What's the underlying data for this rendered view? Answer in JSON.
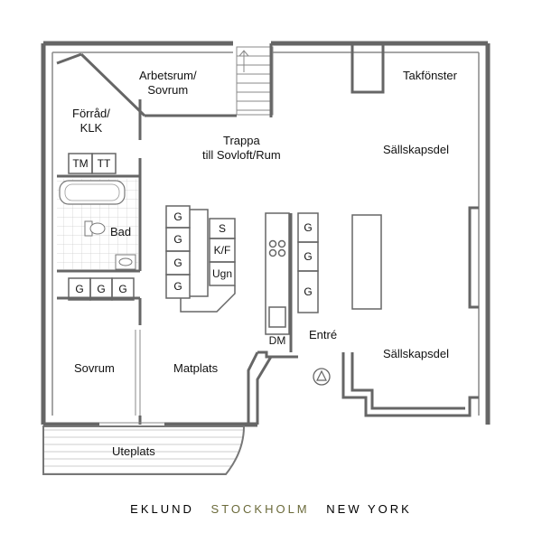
{
  "plan": {
    "rooms": {
      "arbetsrum_line1": "Arbetsrum/",
      "arbetsrum_line2": "Sovrum",
      "forrad_line1": "Förråd/",
      "forrad_line2": "KLK",
      "takfonster": "Takfönster",
      "trappa_line1": "Trappa",
      "trappa_line2": "till Sovloft/Rum",
      "sallskapsdel_top": "Sällskapsdel",
      "sallskapsdel_bottom": "Sällskapsdel",
      "bad": "Bad",
      "sovrum": "Sovrum",
      "matplats": "Matplats",
      "entre": "Entré",
      "uteplats": "Uteplats"
    },
    "fixtures": {
      "tm": "TM",
      "tt": "TT",
      "g": "G",
      "s": "S",
      "kf": "K/F",
      "ugn": "Ugn",
      "dm": "DM"
    }
  },
  "footer": {
    "part1": "EKLUND",
    "part2": "STOCKHOLM",
    "part3": "NEW YORK",
    "part2_color": "#6b6a3a"
  },
  "colors": {
    "wall": "#6b6b6b",
    "wall_dark": "#555555",
    "tile": "#c8c8c8"
  }
}
